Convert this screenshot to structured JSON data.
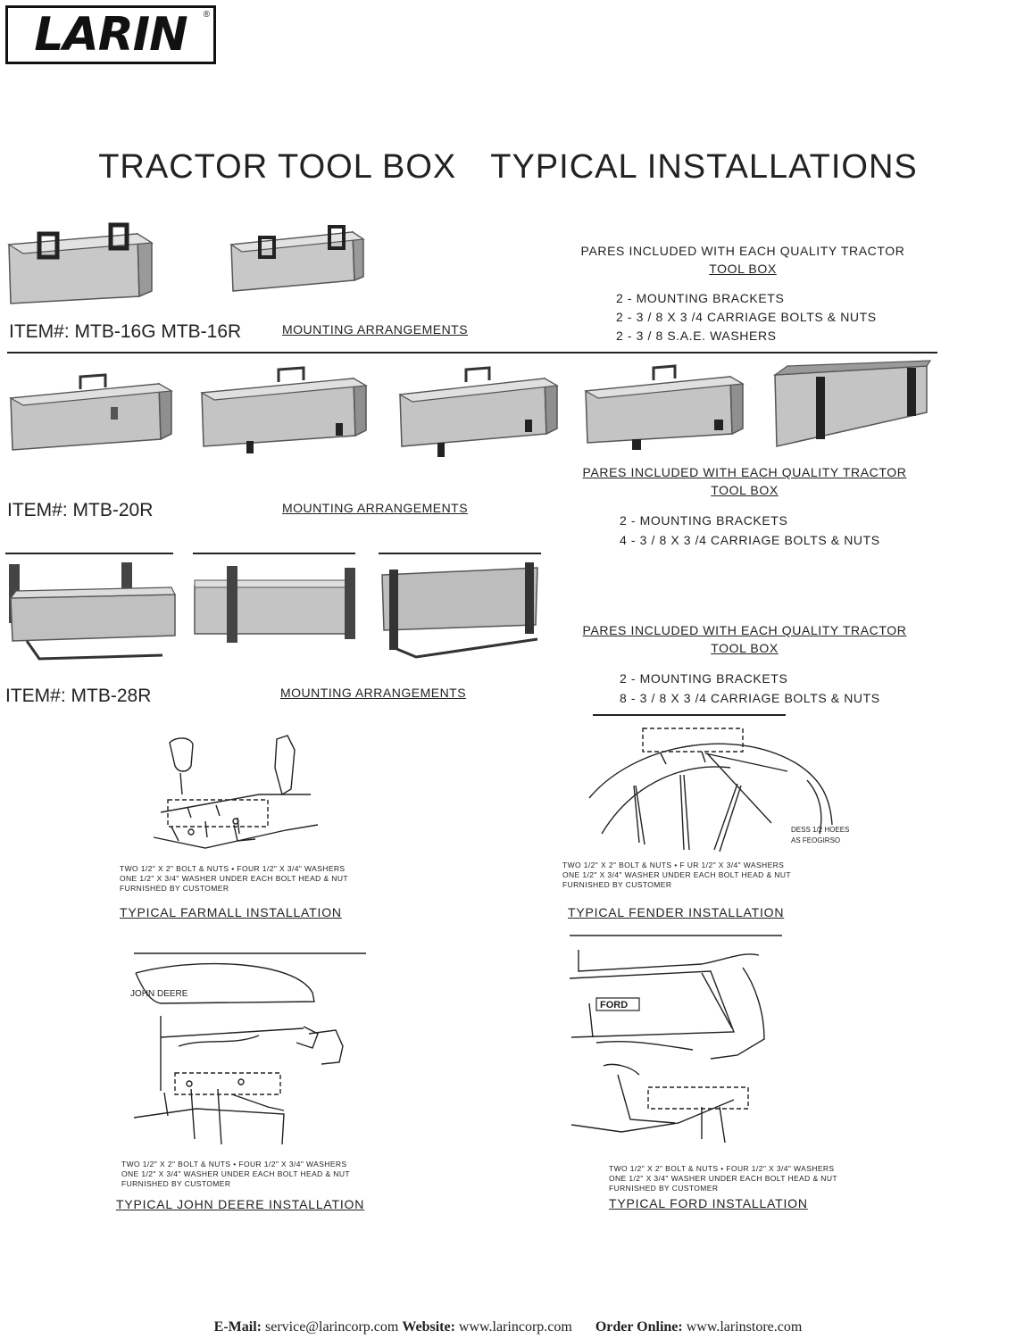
{
  "brand": {
    "logo_text": "LARIN",
    "registered": "®"
  },
  "title": {
    "part1": "TRACTOR TOOL BOX",
    "part2": "TYPICAL INSTALLATIONS"
  },
  "sections": [
    {
      "item_label": "ITEM#:  MTB-16G   MTB-16R",
      "mounting": "MOUNTING  ARRANGEMENTS",
      "pares_line": "PARES INCLUDED WITH EACH QUALITY TRACTOR",
      "tool_box": "TOOL BOX",
      "parts": [
        "2 - MOUNTING  BRACKETS",
        "2 - 3 / 8 X  3 /4   CARRIAGE BOLTS & NUTS",
        "2 - 3 / 8 S.A.E. WASHERS"
      ]
    },
    {
      "item_label": "ITEM#:  MTB-20R",
      "mounting": "MOUNTING  ARRANGEMENTS",
      "pares_line": "PARES INCLUDED WITH EACH QUALITY TRACTOR",
      "tool_box": "TOOL BOX",
      "parts": [
        "2 - MOUNTING  BRACKETS",
        "4 - 3 / 8 X  3 /4   CARRIAGE BOLTS & NUTS"
      ]
    },
    {
      "item_label": "ITEM#:  MTB-28R",
      "mounting": "MOUNTING  ARRANGEMENTS",
      "pares_line": "PARES INCLUDED WITH EACH QUALITY TRACTOR",
      "tool_box": "TOOL BOX",
      "parts": [
        "2 - MOUNTING  BRACKETS",
        "8 - 3 / 8 X  3 /4   CARRIAGE BOLTS & NUTS"
      ]
    }
  ],
  "installations": {
    "farmall": {
      "caption": [
        "TWO  1/2\"  X  2\"   BOLT   &  NUTS •  FOUR  1/2\"  X  3/4\"   WASHERS",
        "ONE  1/2\"   X  3/4\"   WASHER UNDER EACH BOLT HEAD &   NUT",
        "FURNISHED BY CUSTOMER"
      ],
      "title": "TYPICAL  FARMALL  INSTALLATION"
    },
    "fender": {
      "callout": [
        "DESS 1/2 HOEES",
        "AS FEOGIRSO"
      ],
      "caption": [
        "TWO  1/2\"  X  2\"   BOLT   &  NUTS •  F  UR  1/2\"  X  3/4\"   WASHERS",
        "ONE  1/2\"   X  3/4\"   WASHER UNDER EACH BOLT HEAD &   NUT",
        "FURNISHED BY CUSTOMER"
      ],
      "title": "TYPICAL  FENDER  INSTALLATION"
    },
    "john_deere": {
      "brand_label": "JOHN     DEERE",
      "caption": [
        "TWO  1/2\"  X  2\"   BOLT   &  NUTS •  FOUR  1/2\"  X  3/4\"   WASHERS",
        "ONE  1/2\"   X  3/4\"   WASHER UNDER EACH BOLT HEAD &   NUT",
        "FURNISHED BY CUSTOMER"
      ],
      "title": "TYPICAL  JOHN  DEERE  INSTALLATION"
    },
    "ford": {
      "brand_label": "FORD",
      "caption": [
        "TWO  1/2\"  X  2\"   BOLT   &  NUTS •  FOUR  1/2\"  X  3/4\"   WASHERS",
        "ONE  1/2\"   X  3/4\"   WASHER UNDER EACH BOLT HEAD &   NUT",
        "FURNISHED BY CUSTOMER"
      ],
      "title": "TYPICAL  FORD  INSTALLATION"
    }
  },
  "footer": {
    "email_label": "E-Mail:",
    "email": "service@larincorp.com",
    "website_label": "Website:",
    "website": "www.larincorp.com",
    "order_label": "Order Online:",
    "order_site": "www.larinstore.com"
  },
  "colors": {
    "ink": "#1a1a1a",
    "box_fill": "#c9c9c9",
    "box_dark": "#8a8a8a"
  }
}
